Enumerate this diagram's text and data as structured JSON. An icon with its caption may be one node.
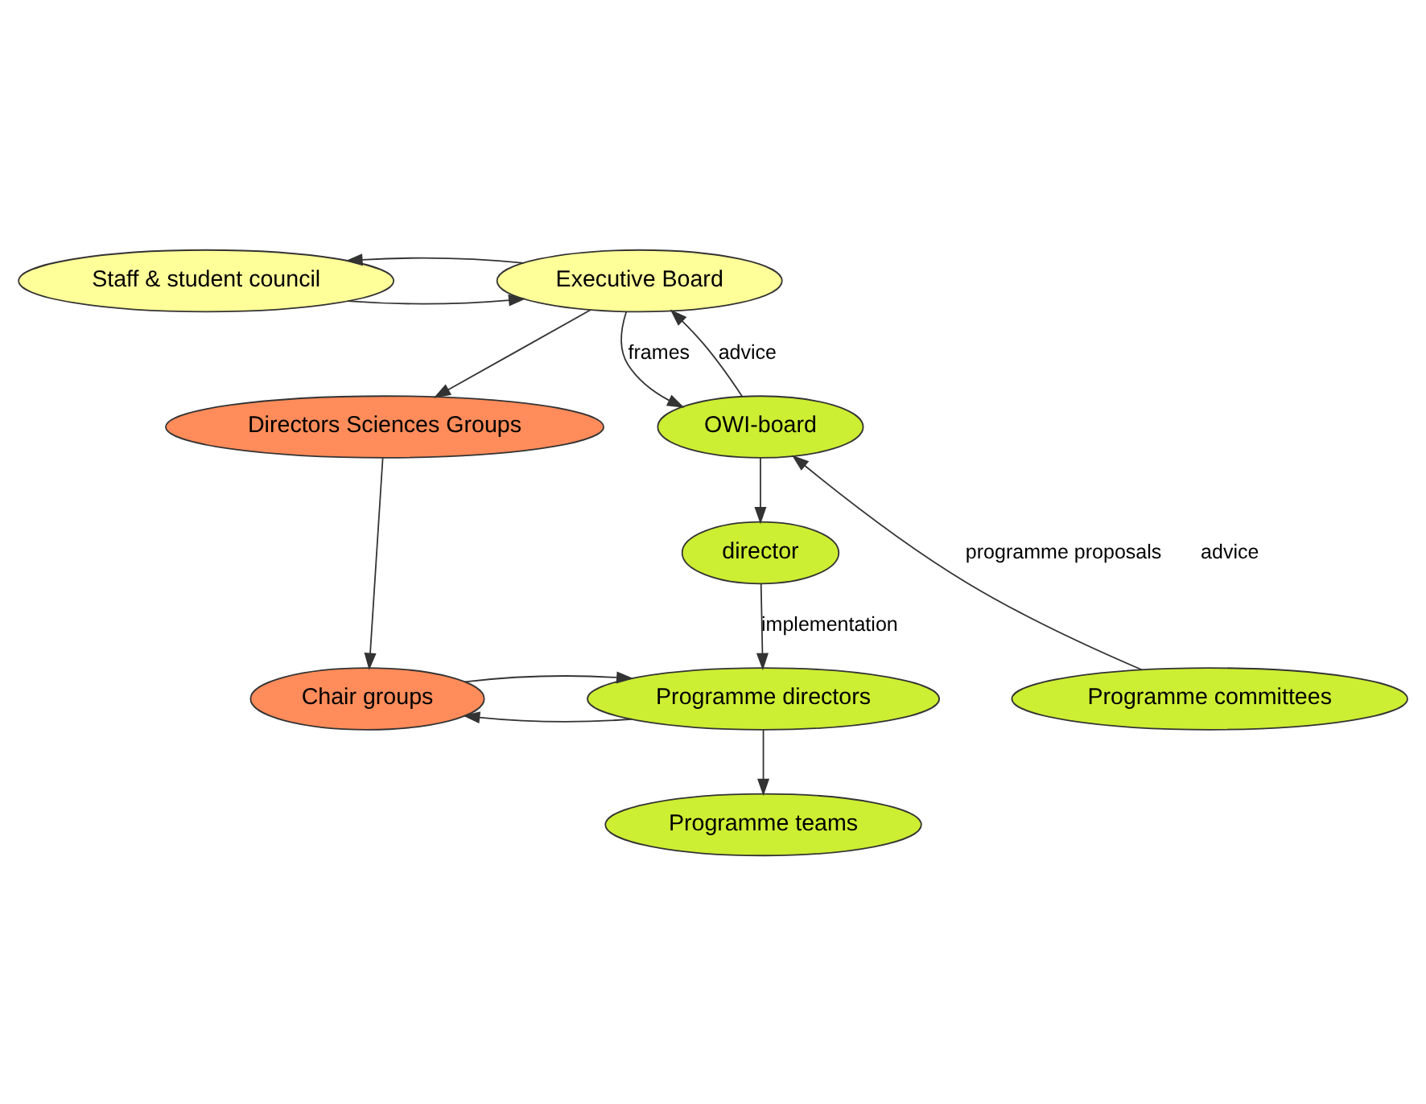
{
  "diagram": {
    "nodes": [
      {
        "text": [
          "Staff & student council"
        ]
      },
      {
        "text": [
          "Executive Board"
        ]
      },
      {
        "text": [
          "Directors Sciences Groups"
        ]
      },
      {
        "text": [
          "OWI-board"
        ]
      },
      {
        "text": [
          "director"
        ]
      },
      {
        "text": [
          "Programme committees"
        ]
      },
      {
        "text": [
          "Programme directors"
        ]
      },
      {
        "text": [
          "Chair groups"
        ]
      },
      {
        "text": [
          "Programme teams"
        ]
      }
    ],
    "edges": [
      {
        "from": 0,
        "to": 1,
        "arrow": "to"
      },
      {
        "from": 1,
        "to": 0,
        "arrow": "to"
      },
      {
        "from": 3,
        "to": 1,
        "arrow": "to",
        "label": "advice"
      },
      {
        "from": 1,
        "to": 3,
        "arrow": "to",
        "label": "frames"
      },
      {
        "from": 1,
        "to": 2,
        "arrow": "to"
      },
      {
        "from": 3,
        "to": 4,
        "arrow": "to"
      },
      {
        "from": 5,
        "to": 3,
        "arrow": "to",
        "label": "programme proposals"
      },
      {
        "from": 4,
        "to": 6,
        "arrow": "to",
        "label": "implementation"
      },
      {
        "from": 2,
        "to": 7,
        "arrow": "to"
      },
      {
        "from": 6,
        "to": 7,
        "arrow": "to"
      },
      {
        "from": 7,
        "to": 6,
        "arrow": "to"
      },
      {
        "from": 6,
        "to": 8,
        "arrow": "to"
      }
    ],
    "labels": [
      "advice"
    ]
  }
}
